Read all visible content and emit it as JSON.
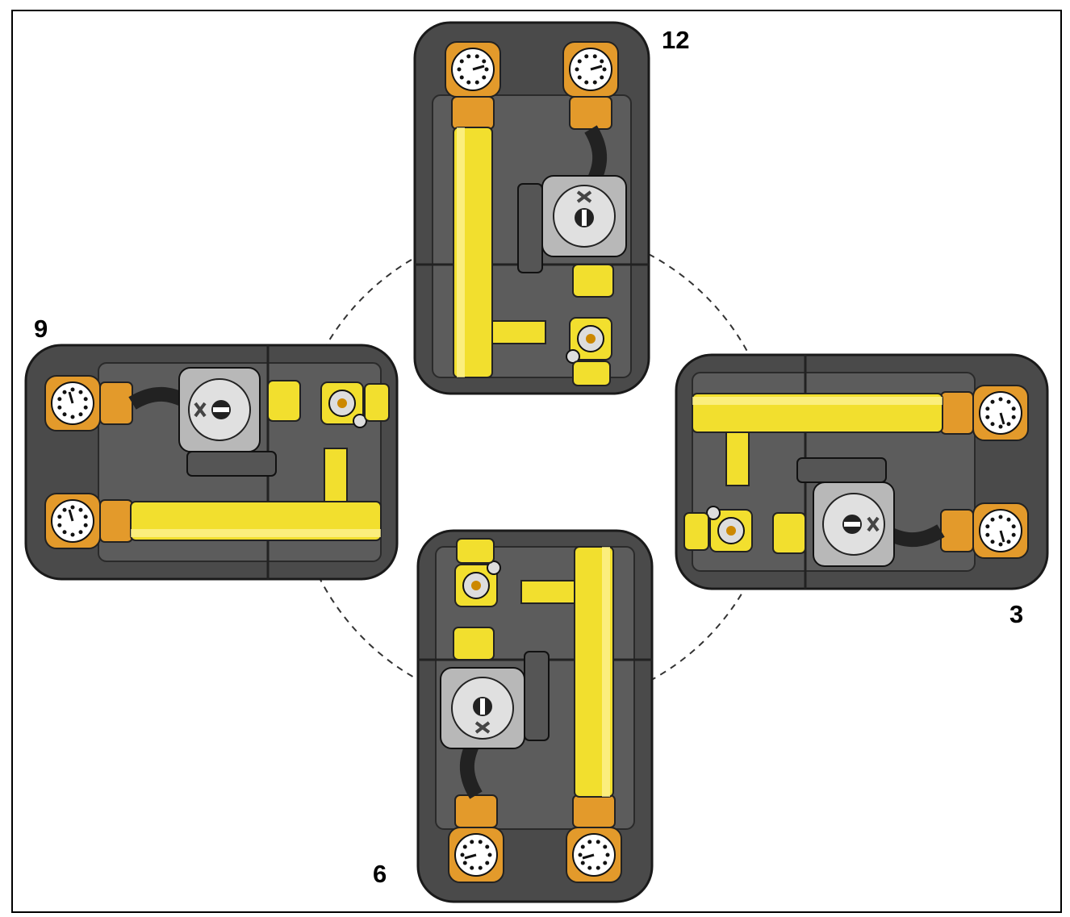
{
  "labels": {
    "top": "12",
    "right": "3",
    "bottom": "6",
    "left": "9"
  },
  "colors": {
    "housing": "#4a4a4a",
    "housing_outline": "#1a1a1a",
    "housing_inner": "#5c5c5c",
    "pipe_yellow": "#f2df2e",
    "pipe_shadow": "#c9a60f",
    "fitting_orange": "#e39a2b",
    "gauge_face": "#ffffff",
    "pump_gray": "#b8b8b8",
    "dashed_circle": "#333333"
  },
  "icons": {
    "gauge": "pressure-gauge-icon",
    "pump": "circulation-pump-icon",
    "valve": "mixing-valve-icon"
  }
}
